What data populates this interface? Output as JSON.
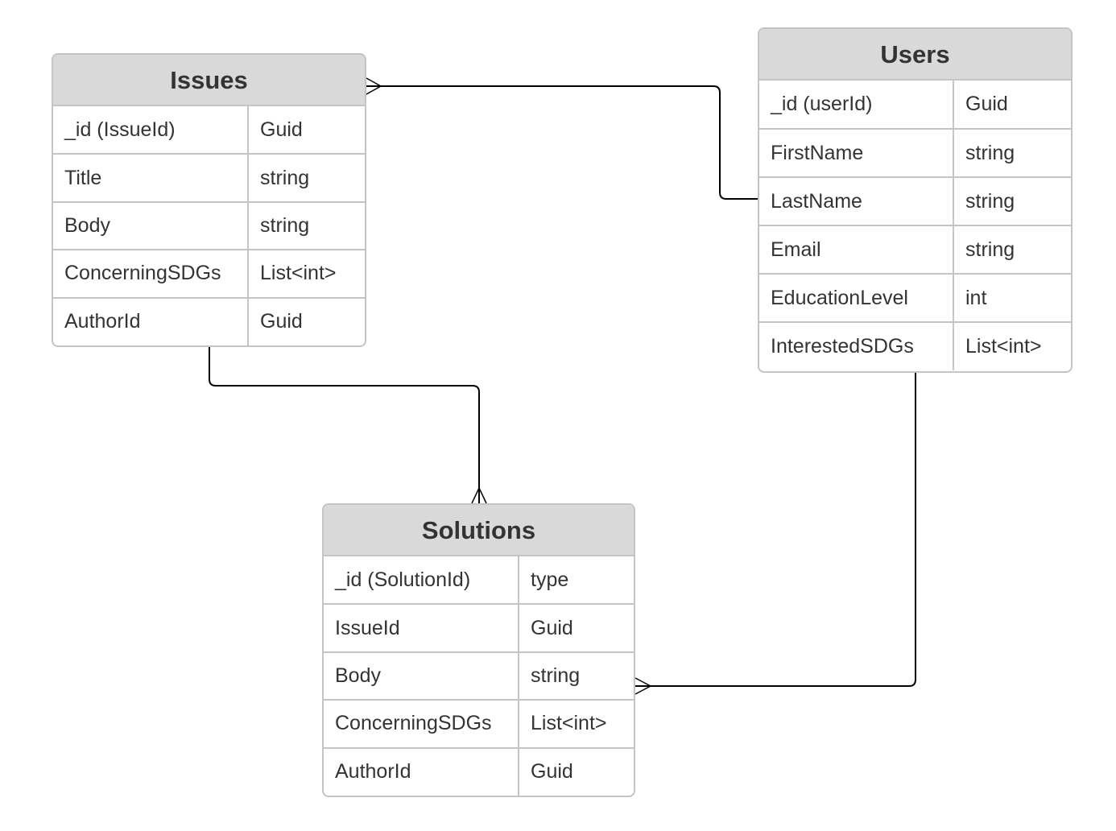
{
  "entities": {
    "issues": {
      "title": "Issues",
      "fields": [
        {
          "name": "_id (IssueId)",
          "type": "Guid"
        },
        {
          "name": "Title",
          "type": "string"
        },
        {
          "name": "Body",
          "type": "string"
        },
        {
          "name": "ConcerningSDGs",
          "type": "List<int>"
        },
        {
          "name": "AuthorId",
          "type": "Guid"
        }
      ]
    },
    "users": {
      "title": "Users",
      "fields": [
        {
          "name": "_id (userId)",
          "type": "Guid"
        },
        {
          "name": "FirstName",
          "type": "string"
        },
        {
          "name": "LastName",
          "type": "string"
        },
        {
          "name": "Email",
          "type": "string"
        },
        {
          "name": "EducationLevel",
          "type": "int"
        },
        {
          "name": "InterestedSDGs",
          "type": "List<int>"
        }
      ]
    },
    "solutions": {
      "title": "Solutions",
      "fields": [
        {
          "name": "_id (SolutionId)",
          "type": "type"
        },
        {
          "name": "IssueId",
          "type": "Guid"
        },
        {
          "name": "Body",
          "type": "string"
        },
        {
          "name": "ConcerningSDGs",
          "type": "List<int>"
        },
        {
          "name": "AuthorId",
          "type": "Guid"
        }
      ]
    }
  },
  "relationships": [
    {
      "from": "users",
      "to": "issues",
      "from_end": "one",
      "to_end": "many"
    },
    {
      "from": "issues",
      "to": "solutions",
      "from_end": "one",
      "to_end": "many"
    },
    {
      "from": "users",
      "to": "solutions",
      "from_end": "one",
      "to_end": "many"
    }
  ],
  "colors": {
    "header_fill": "#d9d9d9",
    "border": "#c4c4c4",
    "text": "#333333",
    "connector": "#000000"
  }
}
